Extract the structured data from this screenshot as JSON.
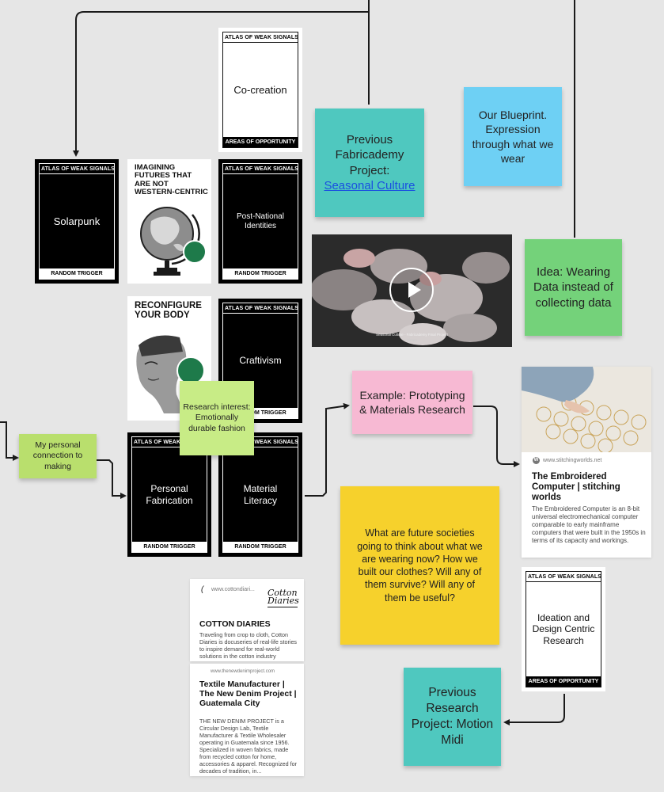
{
  "cards": {
    "co_creation": {
      "top": "ATLAS OF WEAK SIGNALS",
      "body": "Co-creation",
      "bottom": "AREAS OF OPPORTUNITY"
    },
    "solarpunk": {
      "top": "ATLAS OF WEAK SIGNALS",
      "body": "Solarpunk",
      "bottom": "RANDOM TRIGGER"
    },
    "post_national": {
      "top": "ATLAS OF WEAK SIGNALS",
      "body": "Post-National Identities",
      "bottom": "RANDOM TRIGGER"
    },
    "craftivism": {
      "top": "ATLAS OF WEAK SIGNALS",
      "body": "Craftivism",
      "bottom": "RANDOM TRIGGER"
    },
    "personal_fabrication": {
      "top": "ATLAS OF WEAK SIGNALS",
      "body": "Personal Fabrication",
      "bottom": "RANDOM TRIGGER"
    },
    "material_literacy": {
      "top": "ATLAS OF WEAK SIGNALS",
      "body": "Material Literacy",
      "bottom": "RANDOM TRIGGER"
    },
    "ideation": {
      "top": "ATLAS OF WEAK SIGNALS",
      "body": "Ideation and Design Centric Research",
      "bottom": "AREAS OF OPPORTUNITY"
    }
  },
  "posters": {
    "imagining": {
      "title": "IMAGINING FUTURES THAT ARE NOT WESTERN-CENTRIC"
    },
    "reconfigure": {
      "title": "RECONFIGURE YOUR BODY"
    }
  },
  "stickies": {
    "previous_fabricademy": {
      "prefix": "Previous Fabricademy Project:",
      "link": "Seasonal Culture"
    },
    "blueprint": "Our Blueprint. Expression through what we wear",
    "wearing_data": "Idea: Wearing Data instead of collecting data",
    "research_interest": "Research interest: Emotionally durable fashion",
    "personal_connection": "My personal connection to making",
    "example": "Example: Prototyping & Materials Research",
    "future_societies": "What are future societies going to think about what we are wearing now? How we built our clothes? Will any of them survive? Will any of them be useful?",
    "motion_midi": "Previous Research Project: Motion Midi"
  },
  "video": {
    "caption": "Seasonal Culture - Fabricademy Final Project",
    "sub": "Vimeo"
  },
  "links": {
    "stitching": {
      "url": "www.stitchingworlds.net",
      "title": "The Embroidered Computer | stitching worlds",
      "desc": "The Embroidered Computer is an 8-bit universal electromechanical computer comparable to early mainframe computers that were built in the 1950s in terms of its capacity and workings."
    },
    "cotton": {
      "url": "www.cottondiari...",
      "logo": "Cotton Diaries",
      "title": "COTTON DIARIES",
      "desc": "Traveling from crop to cloth, Cotton Diaries is docuseries of real-life stories to inspire demand for real-world solutions in the cotton industry"
    },
    "denim": {
      "url": "www.thenewdenimproject.com",
      "title": "Textile Manufacturer | The New Denim Project | Guatemala City",
      "desc": "THE NEW DENIM PROJECT is a Circular Design Lab, Textile Manufacturer & Textile Wholesaler operating in Guatemala since 1956. Specialized in woven fabrics, made from recycled cotton for home, accessories & apparel. Recognized for decades of tradition, in..."
    }
  },
  "colors": {
    "teal": "#4fc8bf",
    "sky": "#6ed0f4",
    "green": "#74d27a",
    "lime": "#c8ec86",
    "lime_dark": "#b9df6d",
    "pink": "#f7b9d3",
    "yellow": "#f6d12c",
    "badge_green": "#1e7a4a"
  }
}
